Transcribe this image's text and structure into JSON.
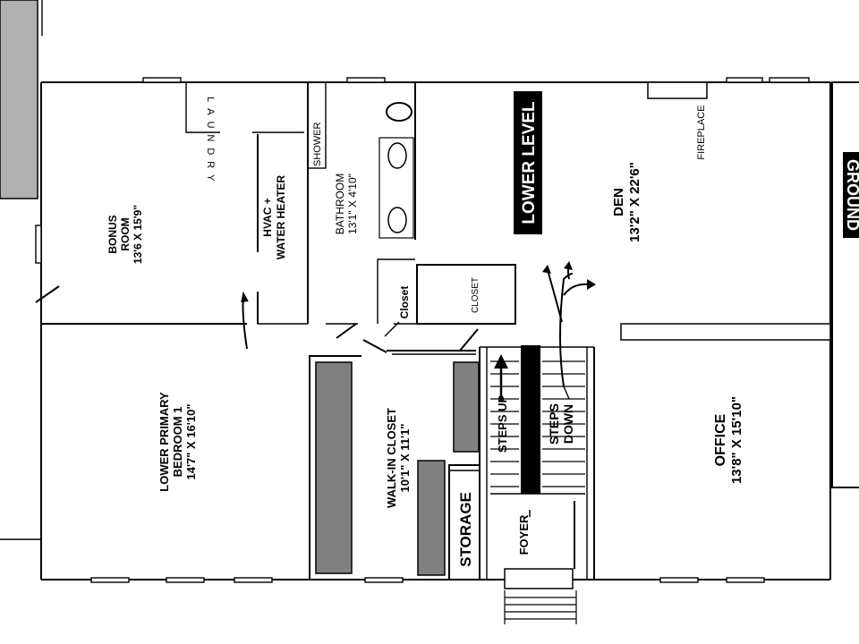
{
  "plan": {
    "level_title": "LOWER LEVEL",
    "ground_label": "GROUND",
    "rooms": {
      "bonus": {
        "name": "BONUS",
        "line2": "ROOM",
        "size": "13'6 X 15'9\""
      },
      "hvac": {
        "line1": "HVAC +",
        "line2": "WATER HEATER"
      },
      "laundry": {
        "name": "LAUNDRY"
      },
      "shower": {
        "name": "SHOWER"
      },
      "bathroom": {
        "name": "BATHROOM",
        "size": "13'1\" X 4'10\""
      },
      "closet_small": {
        "name": "Closet"
      },
      "closet_box": {
        "name": "CLOSET"
      },
      "den": {
        "name": "DEN",
        "size": "13'2\" X 22'6\""
      },
      "fireplace": {
        "name": "FIREPLACE"
      },
      "bedroom": {
        "line1": "LOWER PRIMARY",
        "line2": "BEDROOM 1",
        "size": "14'7\" X 16'10\""
      },
      "walkin": {
        "name": "WALK-IN CLOSET",
        "size": "10'1\" X 11'1\""
      },
      "storage": {
        "name": "STORAGE"
      },
      "steps_up": {
        "name": "STEPS UP"
      },
      "steps_down": {
        "line1": "STEPS",
        "line2": "DOWN"
      },
      "foyer": {
        "name": "FOYER"
      },
      "office": {
        "name": "OFFICE",
        "size": "13'8\" X 15'10\""
      }
    },
    "colors": {
      "wall": "#000000",
      "fixture_fill": "#808080",
      "outside_fill": "#b0b0b0",
      "title_bg": "#000000",
      "title_text": "#ffffff"
    }
  }
}
